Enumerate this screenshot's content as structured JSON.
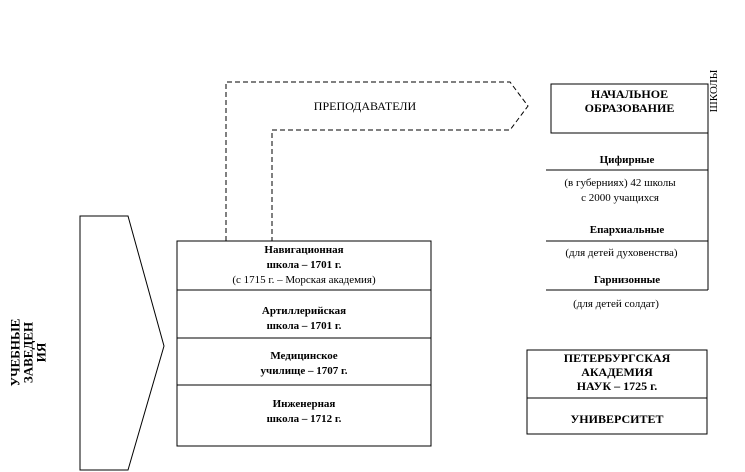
{
  "left_label": {
    "line1": "УЧЕБНЫЕ",
    "line2": "ЗАВЕДЕН",
    "line3": "ИЯ"
  },
  "arrow_label": "ПРЕПОДАВАТЕЛИ",
  "schools_list": [
    {
      "line1": "Навигационная",
      "line2": "школа – 1701 г.",
      "line3": "(с 1715 г. – Морская академия)"
    },
    {
      "line1": "Артиллерийская",
      "line2": "школа – 1701 г."
    },
    {
      "line1": "Медицинское",
      "line2": "училище – 1707 г."
    },
    {
      "line1": "Инженерная",
      "line2": "школа – 1712 г."
    }
  ],
  "primary": {
    "box_line1": "НАЧАЛЬНОЕ",
    "box_line2": "ОБРАЗОВАНИЕ",
    "side_label": "ШКОЛЫ",
    "items": [
      {
        "title": "Цифирные",
        "note": "(в губерниях) 42 школы",
        "note2": "с 2000 учащихся"
      },
      {
        "title": "Епархиальные",
        "note": "(для детей духовенства)"
      },
      {
        "title": "Гарнизонные",
        "note": "(для детей солдат)"
      }
    ]
  },
  "academy": {
    "line1": "ПЕТЕРБУРГСКАЯ",
    "line2": "АКАДЕМИЯ",
    "line3": "НАУК – 1725 г.",
    "university": "УНИВЕРСИТЕТ"
  }
}
